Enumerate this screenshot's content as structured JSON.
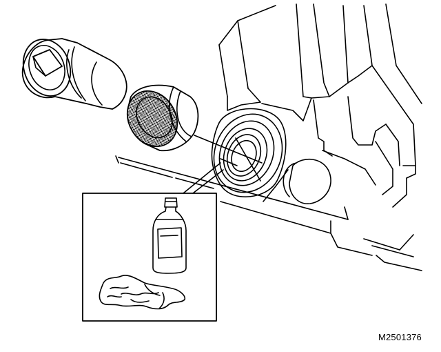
{
  "figure": {
    "code": "M2501376"
  },
  "colors": {
    "line": "#000000",
    "background": "#ffffff",
    "seal_fill": "#8c8c8c"
  },
  "parts": [
    "socket-wrench-tool",
    "oil-seal",
    "engine-block-housing",
    "lubricant-bottle",
    "cleaning-rag"
  ]
}
